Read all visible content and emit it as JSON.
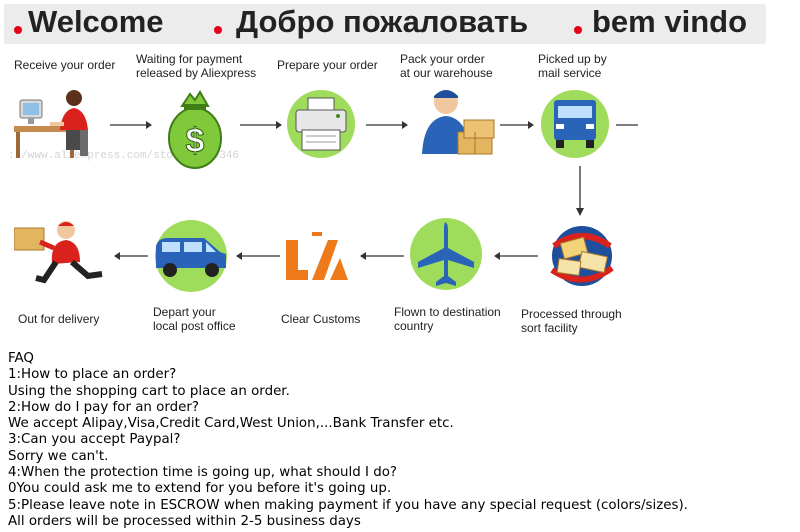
{
  "banner": {
    "welcome_en": "Welcome",
    "welcome_ru": "Добро пожаловать",
    "welcome_pt": "bem vindo",
    "dot_color": "#e8001b"
  },
  "watermark": "://www.aliexpress.com/store/1156346",
  "steps": [
    {
      "label_lines": [
        "Receive your order"
      ],
      "icon": "customer-at-computer-icon"
    },
    {
      "label_lines": [
        "Waiting for payment",
        "released by Aliexpress"
      ],
      "icon": "money-bag-icon"
    },
    {
      "label_lines": [
        "Prepare your order"
      ],
      "icon": "printer-icon"
    },
    {
      "label_lines": [
        "Pack your order",
        "at our warehouse"
      ],
      "icon": "warehouse-worker-icon"
    },
    {
      "label_lines": [
        "Picked up by",
        "mail service"
      ],
      "icon": "delivery-truck-icon"
    },
    {
      "label_lines": [
        "Processed through",
        "sort facility"
      ],
      "icon": "mail-sorting-icon"
    },
    {
      "label_lines": [
        "Flown to destination",
        "country"
      ],
      "icon": "airplane-icon"
    },
    {
      "label_lines": [
        "Clear Customs"
      ],
      "icon": "customs-icon"
    },
    {
      "label_lines": [
        "Depart your",
        "local post office"
      ],
      "icon": "delivery-van-icon"
    },
    {
      "label_lines": [
        "Out for delivery"
      ],
      "icon": "courier-running-icon"
    }
  ],
  "faq": [
    "FAQ",
    "1:How to place an order?",
    "Using the shopping cart to place an order.",
    "2:How do I pay for an order?",
    "We accept Alipay,Visa,Credit Card,West Union,...Bank Transfer etc.",
    "3:Can you accept Paypal?",
    "Sorry we can't.",
    "4:When the protection time is going up, what should I do?",
    "0You could ask me to extend for you before it's going up.",
    "5:Please leave note in ESCROW  when making payment if you have any special request (colors/sizes).",
    "All orders will be processed within 2-5 business days"
  ]
}
